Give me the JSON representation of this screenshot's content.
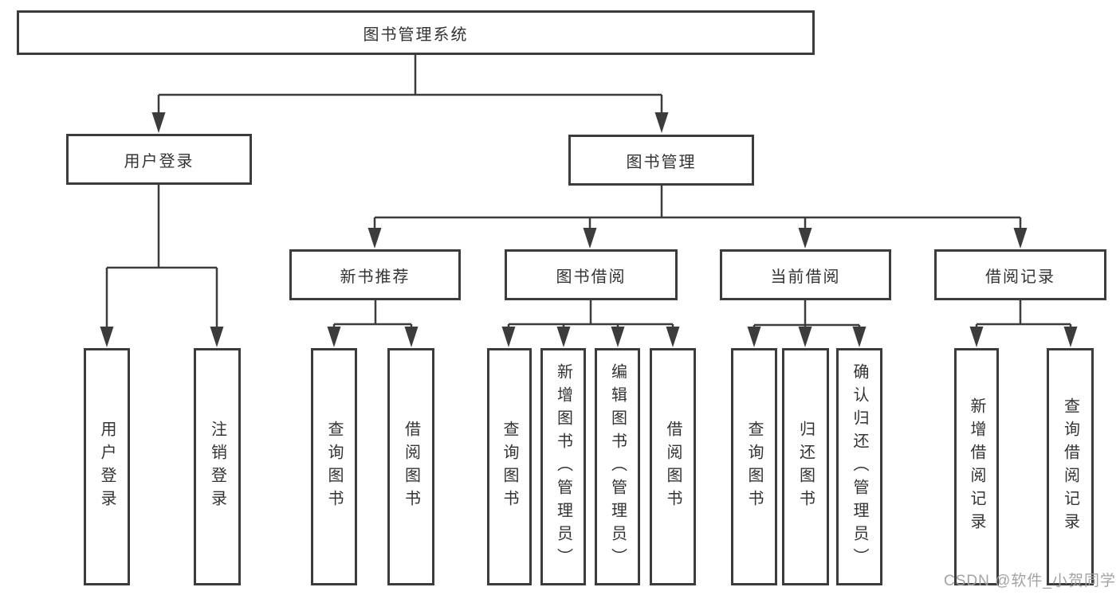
{
  "diagram_title": "图书管理系统",
  "watermark": "CSDN @软件_小贺同学",
  "colors": {
    "line": "#3c3c3c",
    "border": "#3c3c3c",
    "text": "#333333",
    "watermark": "#9e9e9e",
    "background": "#ffffff"
  },
  "nodes": {
    "root": {
      "label": "图书管理系统"
    },
    "level2": [
      {
        "label": "用户登录"
      },
      {
        "label": "图书管理"
      }
    ],
    "level3": [
      {
        "label": "新书推荐",
        "parent": "图书管理"
      },
      {
        "label": "图书借阅",
        "parent": "图书管理"
      },
      {
        "label": "当前借阅",
        "parent": "图书管理"
      },
      {
        "label": "借阅记录",
        "parent": "图书管理"
      }
    ],
    "leaves": [
      {
        "label": "用户登录",
        "parent": "用户登录"
      },
      {
        "label": "注销登录",
        "parent": "用户登录"
      },
      {
        "label": "查询图书",
        "parent": "新书推荐"
      },
      {
        "label": "借阅图书",
        "parent": "新书推荐"
      },
      {
        "label": "查询图书",
        "parent": "图书借阅"
      },
      {
        "label": "新增图书（管理员）",
        "parent": "图书借阅"
      },
      {
        "label": "编辑图书（管理员）",
        "parent": "图书借阅"
      },
      {
        "label": "借阅图书",
        "parent": "图书借阅"
      },
      {
        "label": "查询图书",
        "parent": "当前借阅"
      },
      {
        "label": "归还图书",
        "parent": "当前借阅"
      },
      {
        "label": "确认归还（管理员）",
        "parent": "当前借阅"
      },
      {
        "label": "新增借阅记录",
        "parent": "借阅记录"
      },
      {
        "label": "查询借阅记录",
        "parent": "借阅记录"
      }
    ]
  }
}
